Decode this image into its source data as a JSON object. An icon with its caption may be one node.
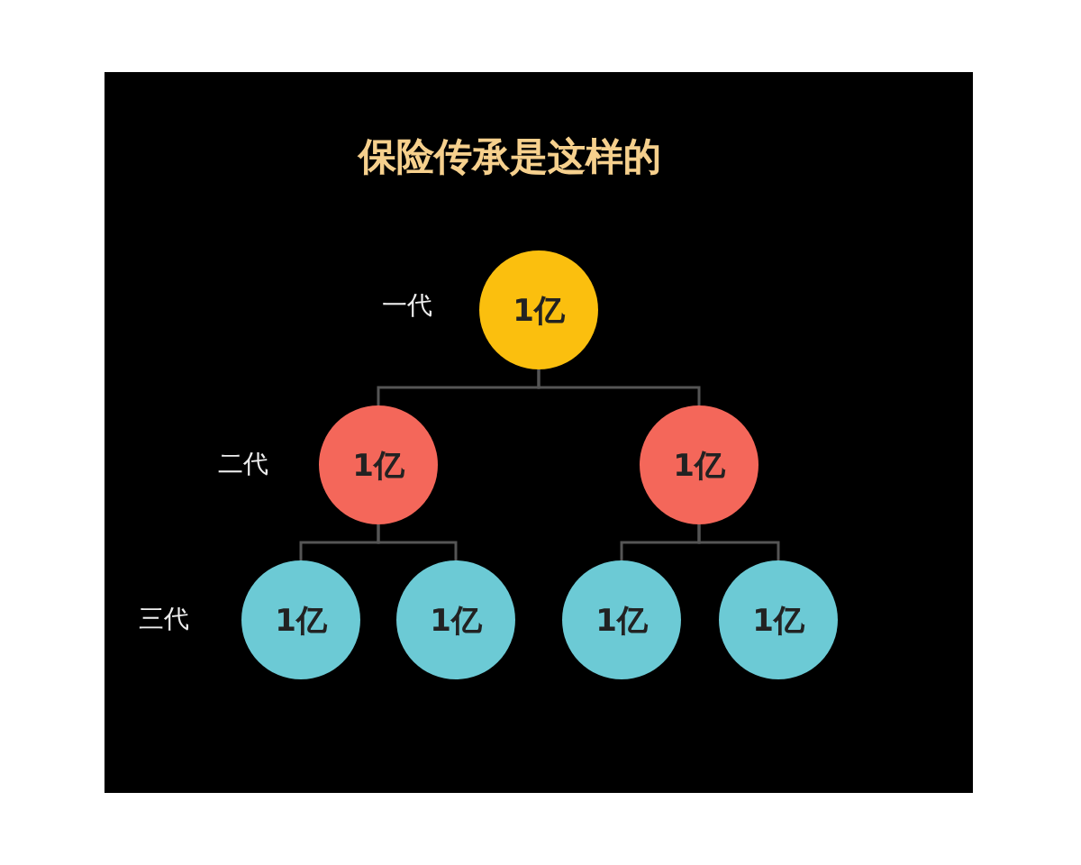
{
  "diagram": {
    "title": "保险传承是这样的",
    "nodes": [
      {
        "text": [
          "1亿"
        ]
      },
      {
        "text": [
          "1亿"
        ]
      },
      {
        "text": [
          "1亿"
        ]
      },
      {
        "text": [
          "1亿"
        ]
      },
      {
        "text": [
          "1亿"
        ]
      },
      {
        "text": [
          "1亿"
        ]
      },
      {
        "text": [
          "1亿"
        ]
      }
    ],
    "edges": [
      {
        "from": 0,
        "to": 1,
        "arrow": "none"
      },
      {
        "from": 0,
        "to": 2,
        "arrow": "none"
      },
      {
        "from": 1,
        "to": 3,
        "arrow": "none"
      },
      {
        "from": 1,
        "to": 4,
        "arrow": "none"
      },
      {
        "from": 2,
        "to": 5,
        "arrow": "none"
      },
      {
        "from": 2,
        "to": 6,
        "arrow": "none"
      }
    ],
    "labels": [
      "一代",
      "二代",
      "三代"
    ]
  }
}
